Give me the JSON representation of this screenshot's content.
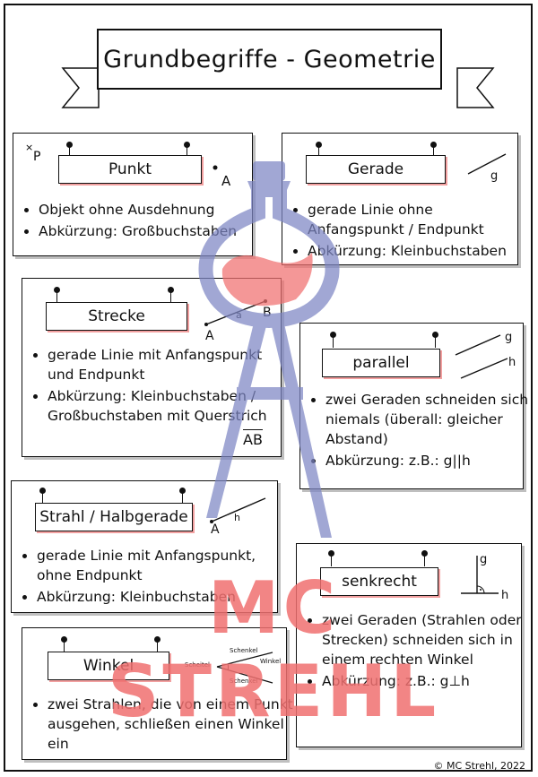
{
  "title": "Grundbegriffe - Geometrie",
  "watermark_text": "MC STREHL",
  "copyright": "© MC Strehl, 2022",
  "colors": {
    "accent": "#f07070",
    "watermark_blue": "#7d86c4",
    "ink": "#111111"
  },
  "cards": {
    "punkt": {
      "label": "Punkt",
      "bullets": [
        "Objekt ohne Ausdehnung",
        "Abkürzung: Großbuchstaben"
      ],
      "marks": {
        "p": "P",
        "a": "A"
      }
    },
    "gerade": {
      "label": "Gerade",
      "bullets": [
        "gerade Linie ohne Anfangspunkt / Endpunkt",
        "Abkürzung: Kleinbuchstaben"
      ],
      "marks": {
        "g": "g"
      }
    },
    "strecke": {
      "label": "Strecke",
      "bullets": [
        "gerade Linie mit Anfangspunkt und Endpunkt",
        "Abkürzung: Kleinbuchstaben / Großbuchstaben mit Querstrich"
      ],
      "marks": {
        "a": "A",
        "b": "B",
        "lower_a": "a",
        "ab": "AB"
      }
    },
    "parallel": {
      "label": "parallel",
      "bullets": [
        "zwei Geraden schneiden sich niemals (überall: gleicher Abstand)",
        "Abkürzung: z.B.: g||h"
      ],
      "marks": {
        "g": "g",
        "h": "h"
      }
    },
    "strahl": {
      "label": "Strahl / Halbgerade",
      "bullets": [
        "gerade Linie mit Anfangspunkt, ohne Endpunkt",
        "Abkürzung: Kleinbuchstaben"
      ],
      "marks": {
        "a": "A",
        "h": "h"
      }
    },
    "senkrecht": {
      "label": "senkrecht",
      "bullets": [
        "zwei Geraden (Strahlen oder Strecken) schneiden sich in einem rechten Winkel",
        "Abkürzung: z.B.: g⊥h"
      ],
      "marks": {
        "g": "g",
        "h": "h"
      }
    },
    "winkel": {
      "label": "Winkel",
      "bullets": [
        "zwei Strahlen, die von einem Punkt ausgehen, schließen einen Winkel ein"
      ],
      "marks": {
        "scheitel": "Scheitel",
        "schenkel1": "Schenkel",
        "schenkel2": "Schenkel",
        "winkel": "Winkel"
      }
    }
  }
}
